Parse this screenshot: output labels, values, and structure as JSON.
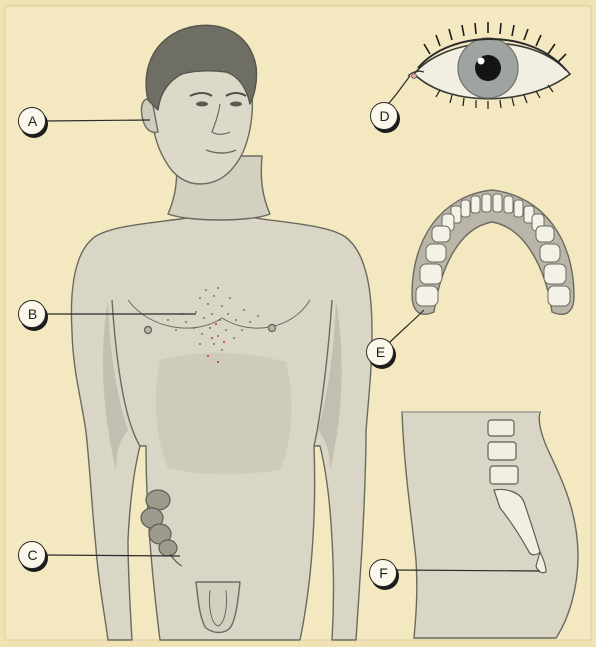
{
  "labels": {
    "a": "A",
    "b": "B",
    "c": "C",
    "d": "D",
    "e": "E",
    "f": "F"
  },
  "colors": {
    "background": "#efe3b3",
    "skin": "#d9d6c6",
    "skin_shade": "#c2bfb0",
    "hair": "#6e6e64",
    "outline": "#6a6a62",
    "leader_line": "#2a2a2a",
    "label_fill": "#fbf7ea",
    "iris": "#9fa4a0",
    "pupil": "#141414"
  }
}
